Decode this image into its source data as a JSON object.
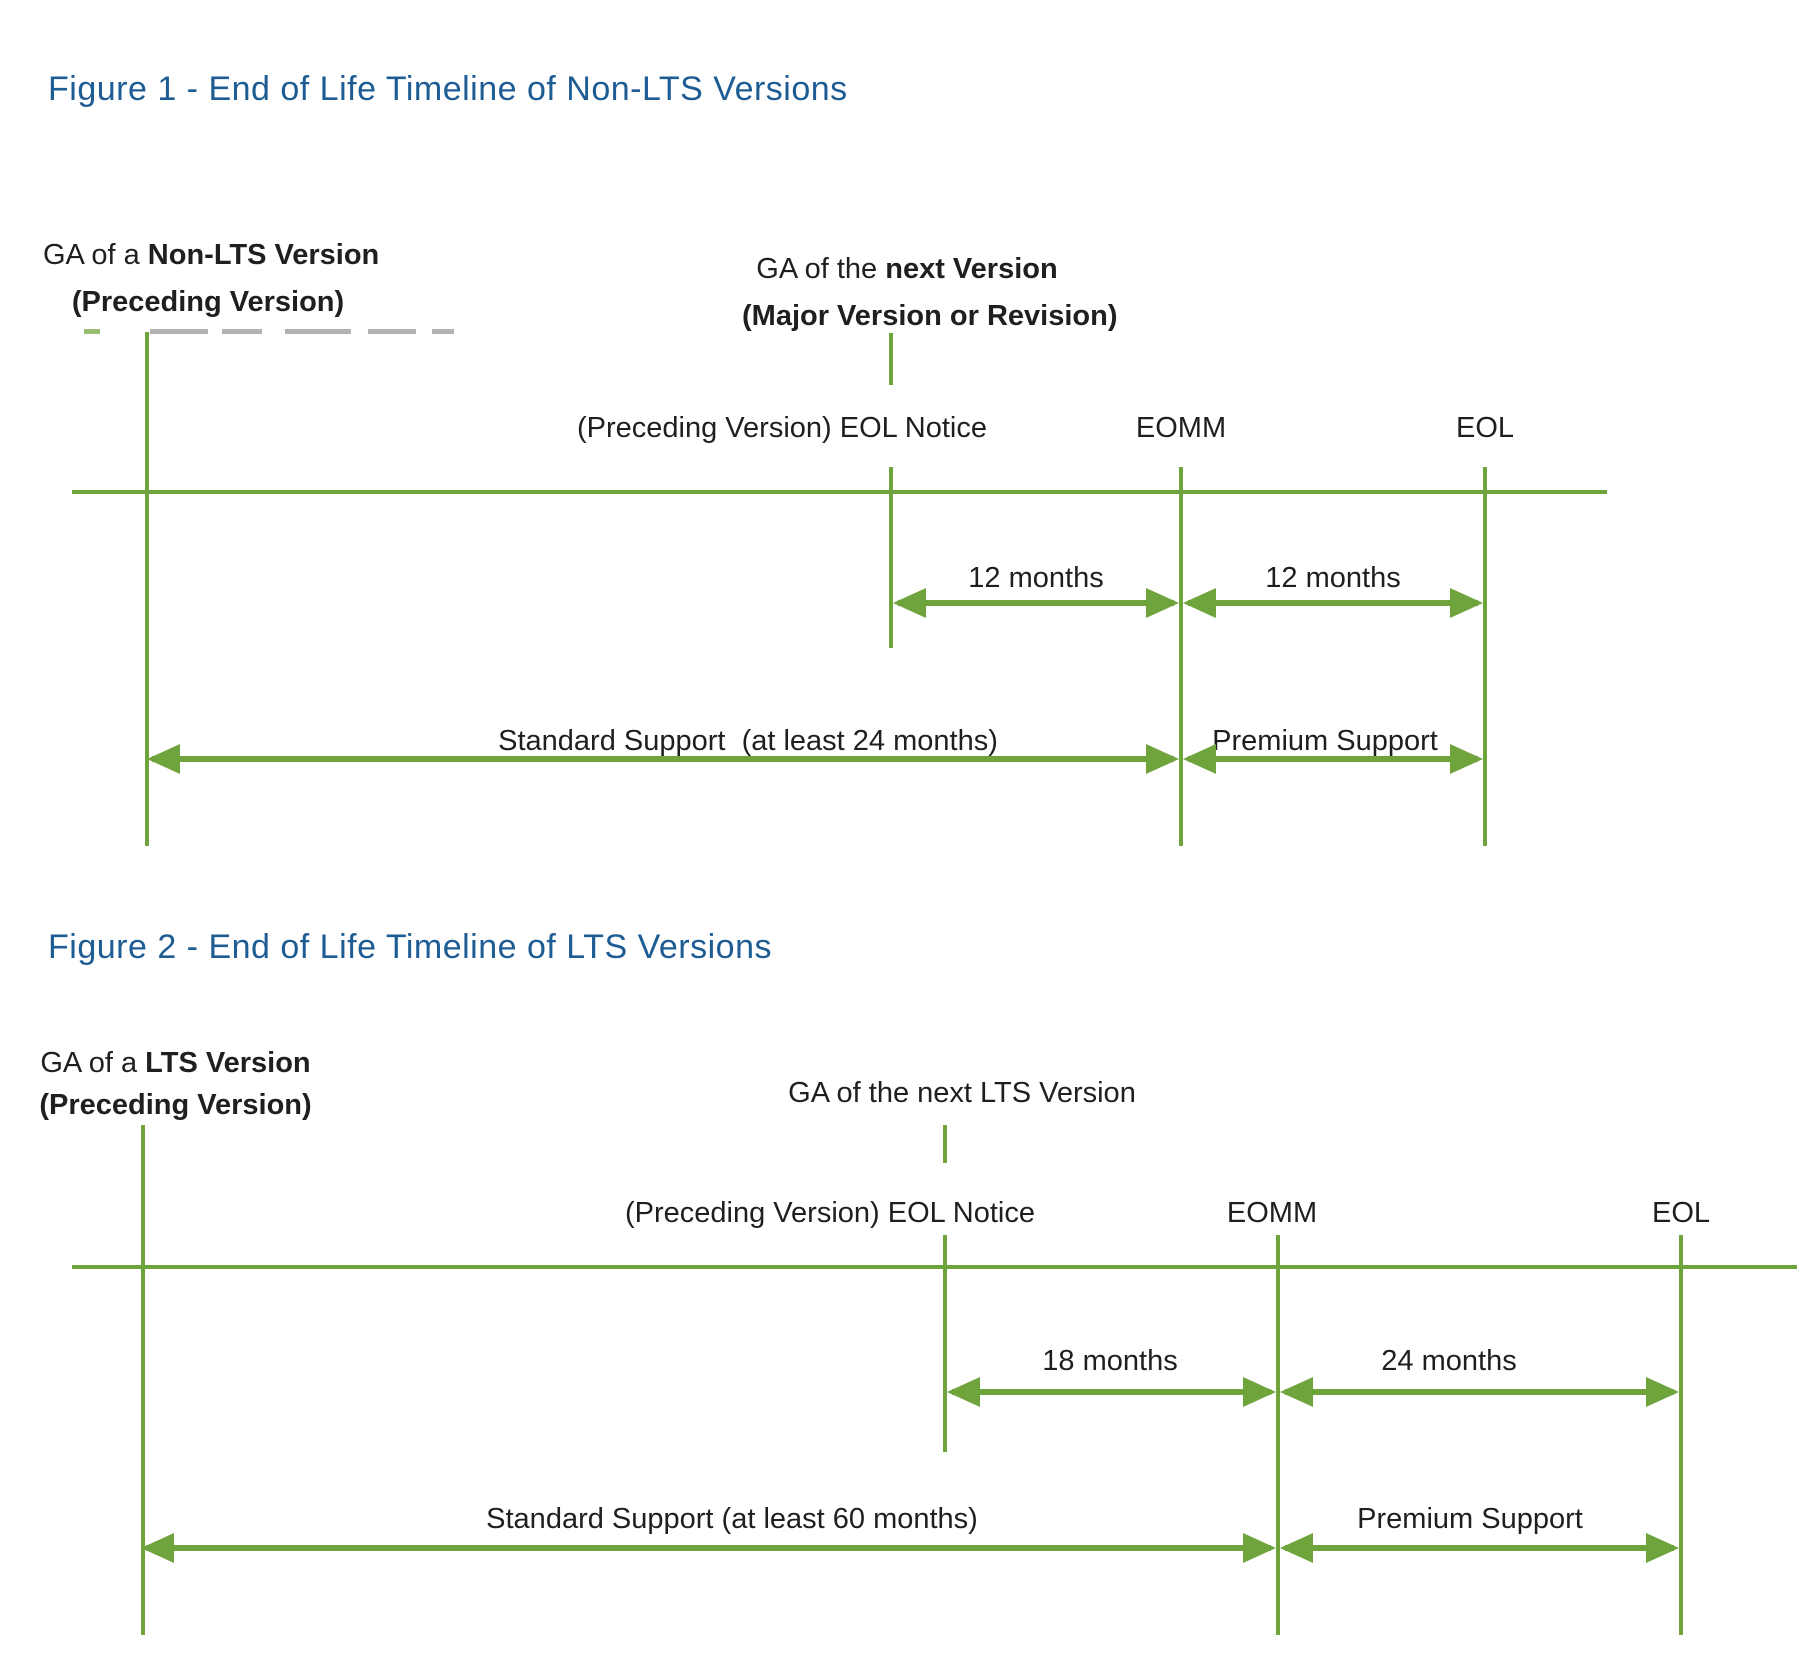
{
  "colors": {
    "line_green": "#6FA43C",
    "title_blue": "#1E5C94",
    "text_black": "#1f1f1f"
  },
  "figure1": {
    "title": "Figure 1 - End of Life Timeline of Non-LTS Versions",
    "ga_preceding": {
      "prefix": "GA of a ",
      "bold": "Non-LTS Version",
      "line2": "(Preceding Version)"
    },
    "ga_next": {
      "prefix": "GA of the ",
      "bold": "next Version",
      "line2": "(Major Version or Revision)"
    },
    "milestones": {
      "eol_notice": "(Preceding Version) EOL Notice",
      "eomm": "EOMM",
      "eol": "EOL"
    },
    "spans": {
      "notice_to_eomm": "12 months",
      "eomm_to_eol": "12 months",
      "standard": "Standard Support  (at least 24 months)",
      "premium": "Premium Support"
    }
  },
  "figure2": {
    "title": "Figure 2 - End of Life Timeline of LTS Versions",
    "ga_preceding": {
      "prefix": "GA of a ",
      "bold": "LTS Version",
      "line2": "(Preceding Version)"
    },
    "ga_next": {
      "label": "GA of the next LTS Version"
    },
    "milestones": {
      "eol_notice": "(Preceding Version) EOL Notice",
      "eomm": "EOMM",
      "eol": "EOL"
    },
    "spans": {
      "notice_to_eomm": "18 months",
      "eomm_to_eol": "24 months",
      "standard": "Standard Support (at least 60 months)",
      "premium": "Premium Support"
    }
  }
}
